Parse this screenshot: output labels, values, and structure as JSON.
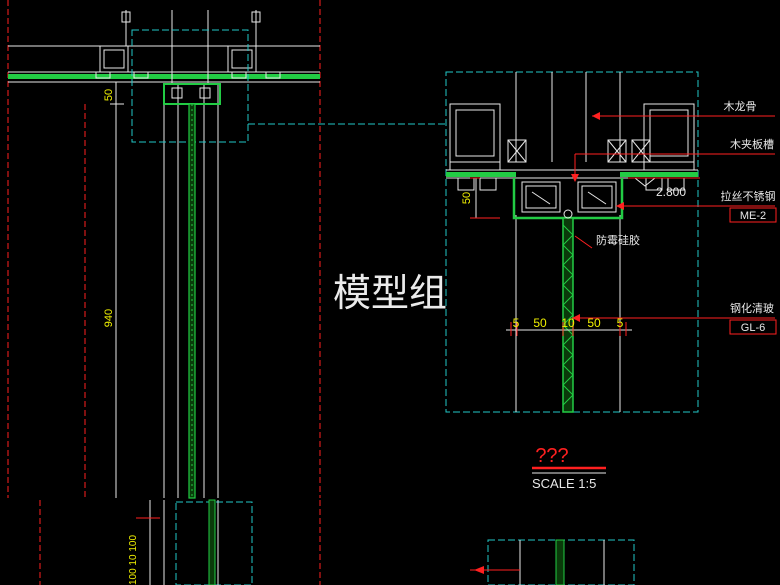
{
  "watermark": "模型组",
  "dimensions": {
    "left_50": "50",
    "left_940": "940",
    "bottom_stack": "100 10 100",
    "detail_50_vertical": "50",
    "detail_horizontal": [
      "5",
      "50",
      "10",
      "50",
      "5"
    ]
  },
  "elevation": "2.800",
  "labels": {
    "wood_keel": "木龙骨",
    "wood_clip": "木夹板槽",
    "stainless": "拉丝不锈钢",
    "stainless_code": "ME-2",
    "sealant": "防霉硅胶",
    "glass": "钢化清玻",
    "glass_code": "GL-6"
  },
  "detail_title": "???",
  "scale": "SCALE 1:5",
  "colors": {
    "background": "#000000",
    "red_line": "#ff2020",
    "cyan": "#22c8c8",
    "white": "#e8e8e8",
    "green": "#22cc44",
    "yellow": "#f0f000"
  }
}
